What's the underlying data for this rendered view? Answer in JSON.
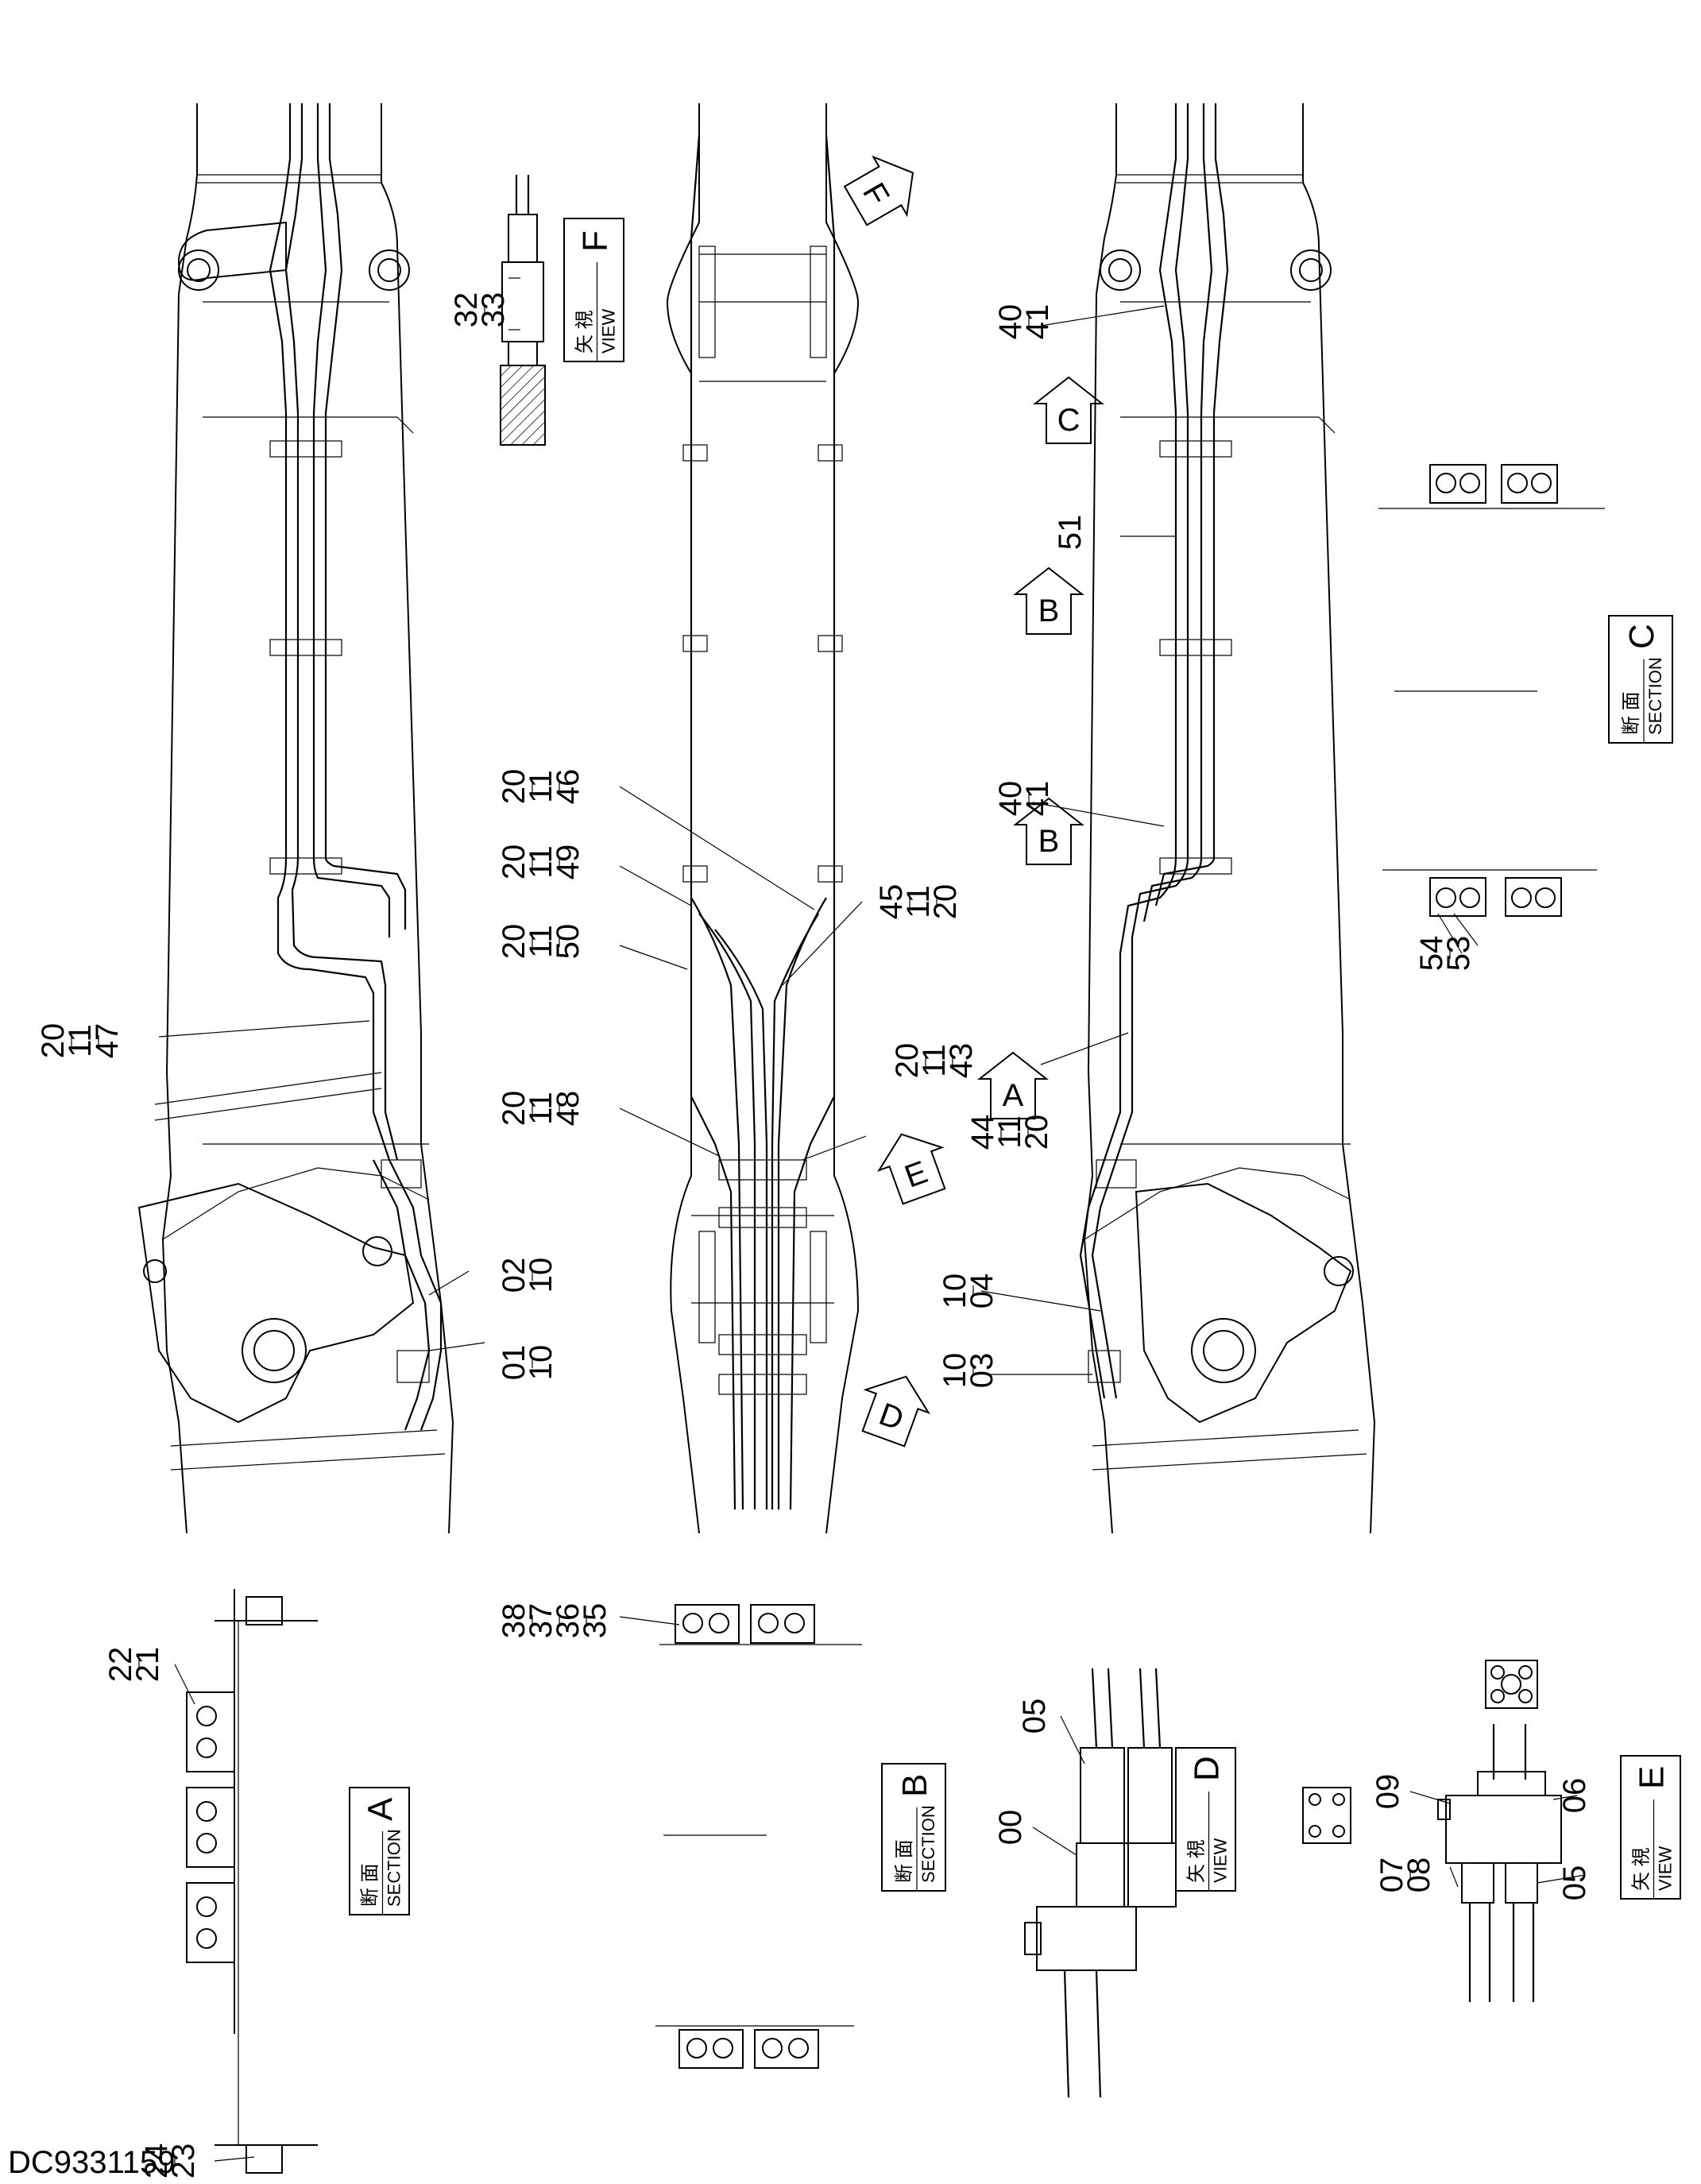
{
  "document_id": "DC9331159",
  "view_boxes": [
    {
      "id": "view-f",
      "kanji": "矢 視",
      "english": "VIEW",
      "letter": "F"
    },
    {
      "id": "section-c",
      "kanji": "断 面",
      "english": "SECTION",
      "letter": "C"
    },
    {
      "id": "section-a",
      "kanji": "断 面",
      "english": "SECTION",
      "letter": "A"
    },
    {
      "id": "section-b",
      "kanji": "断 面",
      "english": "SECTION",
      "letter": "B"
    },
    {
      "id": "view-d",
      "kanji": "矢 視",
      "english": "VIEW",
      "letter": "D"
    },
    {
      "id": "view-e",
      "kanji": "矢 視",
      "english": "VIEW",
      "letter": "E"
    }
  ],
  "arrow_markers": [
    "F",
    "C",
    "B",
    "B",
    "A",
    "E",
    "D"
  ],
  "callouts": [
    {
      "lines": [
        "32",
        "33"
      ]
    },
    {
      "lines": [
        "40",
        "41"
      ]
    },
    {
      "lines": [
        "51"
      ]
    },
    {
      "lines": [
        "40",
        "41"
      ]
    },
    {
      "lines": [
        "54",
        "53"
      ]
    },
    {
      "lines": [
        "20",
        "11",
        "46"
      ]
    },
    {
      "lines": [
        "20",
        "11",
        "49"
      ]
    },
    {
      "lines": [
        "20",
        "11",
        "50"
      ]
    },
    {
      "lines": [
        "45",
        "11",
        "20"
      ]
    },
    {
      "lines": [
        "20",
        "11",
        "43"
      ]
    },
    {
      "lines": [
        "20",
        "11",
        "47"
      ]
    },
    {
      "lines": [
        "20",
        "11",
        "48"
      ]
    },
    {
      "lines": [
        "44",
        "11",
        "20"
      ]
    },
    {
      "lines": [
        "02",
        "10"
      ]
    },
    {
      "lines": [
        "01",
        "10"
      ]
    },
    {
      "lines": [
        "10",
        "04"
      ]
    },
    {
      "lines": [
        "10",
        "03"
      ]
    },
    {
      "lines": [
        "38",
        "37",
        "36",
        "35"
      ]
    },
    {
      "lines": [
        "22",
        "21"
      ]
    },
    {
      "lines": [
        "24",
        "23"
      ]
    },
    {
      "lines": [
        "05"
      ]
    },
    {
      "lines": [
        "00"
      ]
    },
    {
      "lines": [
        "09"
      ]
    },
    {
      "lines": [
        "06"
      ]
    },
    {
      "lines": [
        "07",
        "08"
      ]
    },
    {
      "lines": [
        "05"
      ]
    }
  ]
}
